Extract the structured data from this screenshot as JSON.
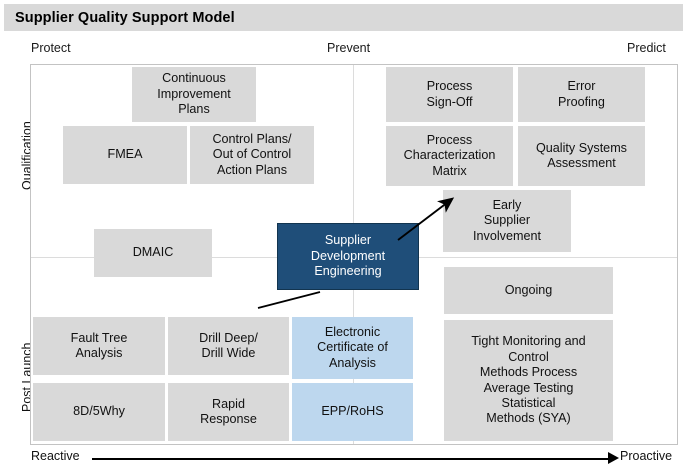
{
  "title": "Supplier Quality Support Model",
  "axes": {
    "columns": [
      {
        "key": "protect",
        "label": "Protect"
      },
      {
        "key": "prevent",
        "label": "Prevent"
      },
      {
        "key": "predict",
        "label": "Predict"
      }
    ],
    "rows": [
      {
        "key": "qualification",
        "label": "Qualification"
      },
      {
        "key": "post_launch",
        "label": "Post Launch"
      }
    ],
    "bottom_left": "Reactive",
    "bottom_right": "Proactive"
  },
  "colors": {
    "title_bar": "#d9d9d9",
    "box_gray": "#d9d9d9",
    "box_light_blue": "#bdd7ee",
    "box_navy": "#1f4e79",
    "frame_border": "#c3c3c3",
    "divider": "#dcdcdc",
    "arrow": "#000000"
  },
  "center_box": {
    "label": "Supplier\nDevelopment\nEngineering",
    "style": "navy"
  },
  "quadrants": {
    "qualification_protect": [
      {
        "label": "Continuous\nImprovement\nPlans",
        "style": "gray"
      },
      {
        "label": "FMEA",
        "style": "gray"
      },
      {
        "label": "Control Plans/\nOut of Control\nAction Plans",
        "style": "gray"
      },
      {
        "label": "DMAIC",
        "style": "gray"
      }
    ],
    "qualification_predict": [
      {
        "label": "Process\nSign-Off",
        "style": "gray"
      },
      {
        "label": "Error\nProofing",
        "style": "gray"
      },
      {
        "label": "Process\nCharacterization\nMatrix",
        "style": "gray"
      },
      {
        "label": "Quality Systems\nAssessment",
        "style": "gray"
      },
      {
        "label": "Early\nSupplier\nInvolvement",
        "style": "gray"
      }
    ],
    "post_launch_reactive": [
      {
        "label": "Fault Tree\nAnalysis",
        "style": "gray"
      },
      {
        "label": "Drill Deep/\nDrill Wide",
        "style": "gray"
      },
      {
        "label": "Electronic\nCertificate of\nAnalysis",
        "style": "light-blue"
      },
      {
        "label": "8D/5Why",
        "style": "gray"
      },
      {
        "label": "Rapid\nResponse",
        "style": "gray"
      },
      {
        "label": "EPP/RoHS",
        "style": "light-blue"
      }
    ],
    "post_launch_proactive": [
      {
        "label": "Ongoing",
        "style": "gray"
      },
      {
        "label": "Tight Monitoring and\nControl\nMethods Process\nAverage Testing\nStatistical\nMethods (SYA)",
        "style": "gray"
      }
    ]
  }
}
